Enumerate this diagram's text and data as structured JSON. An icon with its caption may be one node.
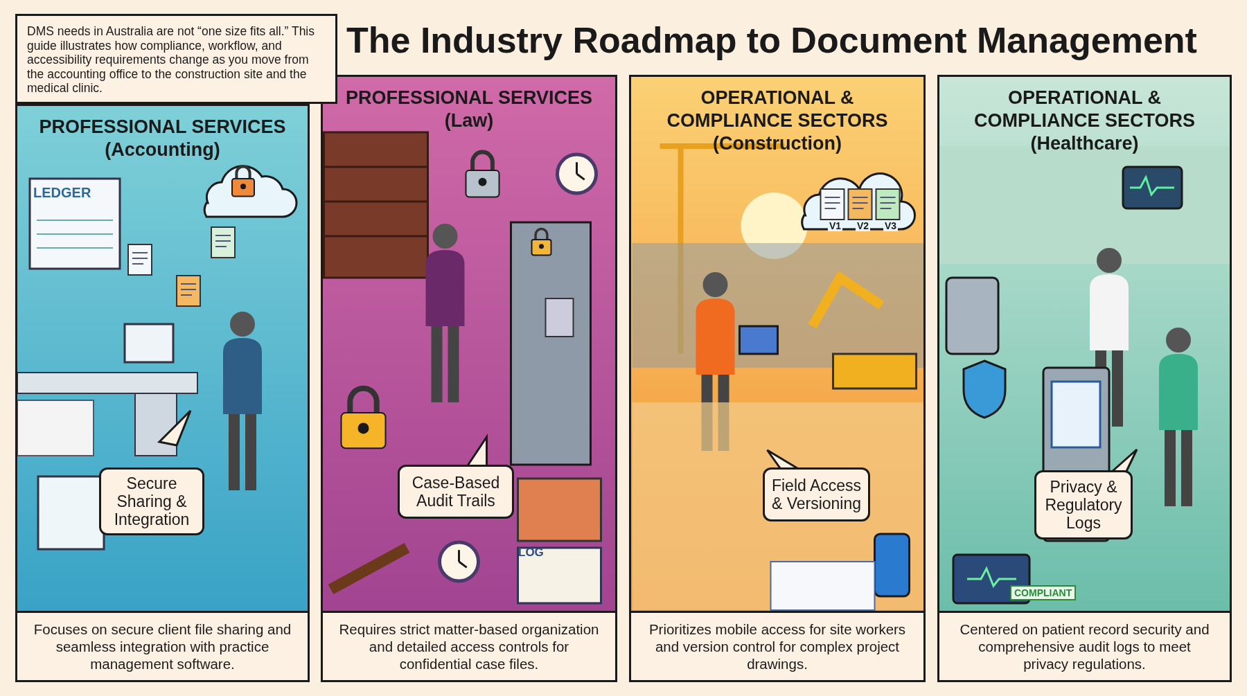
{
  "diagram": {
    "title": "The Industry Roadmap to Document Management",
    "nodes": [
      {
        "text": [
          "DMS needs in Australia are not “one size fits all.” This guide illustrates how compliance, workflow, and accessibility requirements change as you move from the accounting office to the construction site and the medical clinic."
        ]
      },
      {
        "text": [
          "PROFESSIONAL SERVICES (Accounting)",
          "Focuses on secure client file sharing and seamless integration with practice management software."
        ]
      },
      {
        "text": [
          "Secure Sharing & Integration"
        ],
        "in": 1
      },
      {
        "text": [
          "PROFESSIONAL SERVICES (Law)",
          "Requires strict matter-based organization and detailed access controls for confidential case files."
        ]
      },
      {
        "text": [
          "Case-Based Audit Trails"
        ],
        "in": 3
      },
      {
        "text": [
          "OPERATIONAL & COMPLIANCE SECTORS (Construction)",
          "Prioritizes mobile access for site workers and version control for complex project drawings."
        ]
      },
      {
        "text": [
          "Field Access & Versioning"
        ],
        "in": 5
      },
      {
        "text": [
          "OPERATIONAL & COMPLIANCE SECTORS (Healthcare)",
          "Centered on patient record security and comprehensive audit logs to meet privacy regulations."
        ]
      },
      {
        "text": [
          "Privacy & Regulatory Logs"
        ],
        "in": 7
      }
    ],
    "labels": [
      "LEDGER",
      "LOG",
      "V1",
      "V2",
      "V3",
      "COMPLIANT"
    ]
  }
}
